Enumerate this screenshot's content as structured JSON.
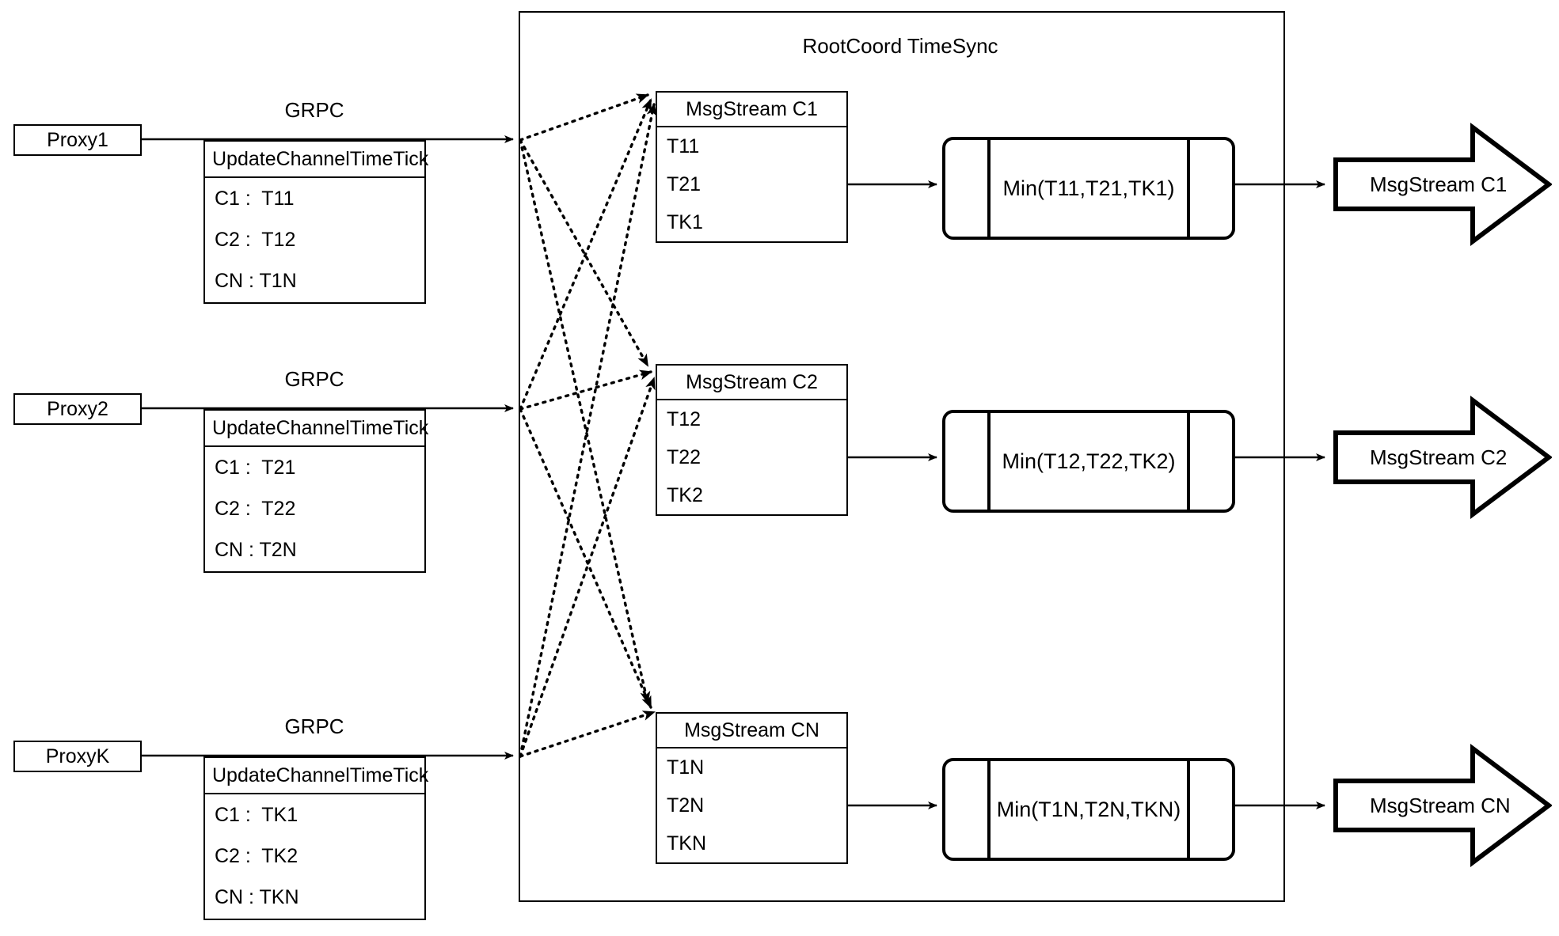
{
  "diagram": {
    "title": "RootCoord TimeSync",
    "container_label": "RootCoord TimeSync",
    "grpc_label": "GRPC",
    "colors": {
      "stroke": "#000000",
      "background": "#ffffff",
      "text": "#000000"
    },
    "proxies": [
      {
        "name": "Proxy1",
        "link_label": "GRPC",
        "request": {
          "header": "UpdateChannelTimeTick",
          "rows": [
            "C1 :  T11",
            "C2 :  T12",
            "CN : T1N"
          ]
        }
      },
      {
        "name": "Proxy2",
        "link_label": "GRPC",
        "request": {
          "header": "UpdateChannelTimeTick",
          "rows": [
            "C1 :  T21",
            "C2 :  T22",
            "CN : T2N"
          ]
        }
      },
      {
        "name": "ProxyK",
        "link_label": "GRPC",
        "request": {
          "header": "UpdateChannelTimeTick",
          "rows": [
            "C1 :  TK1",
            "C2 :  TK2",
            "CN : TKN"
          ]
        }
      }
    ],
    "channels": [
      {
        "stream": {
          "header": "MsgStream C1",
          "rows": [
            "T11",
            "T21",
            "TK1"
          ]
        },
        "min": "Min(T11,T21,TK1)",
        "output": "MsgStream C1"
      },
      {
        "stream": {
          "header": "MsgStream C2",
          "rows": [
            "T12",
            "T22",
            "TK2"
          ]
        },
        "min": "Min(T12,T22,TK2)",
        "output": "MsgStream C2"
      },
      {
        "stream": {
          "header": "MsgStream CN",
          "rows": [
            "T1N",
            "T2N",
            "TKN"
          ]
        },
        "min": "Min(T1N,T2N,TKN)",
        "output": "MsgStream CN"
      }
    ]
  }
}
